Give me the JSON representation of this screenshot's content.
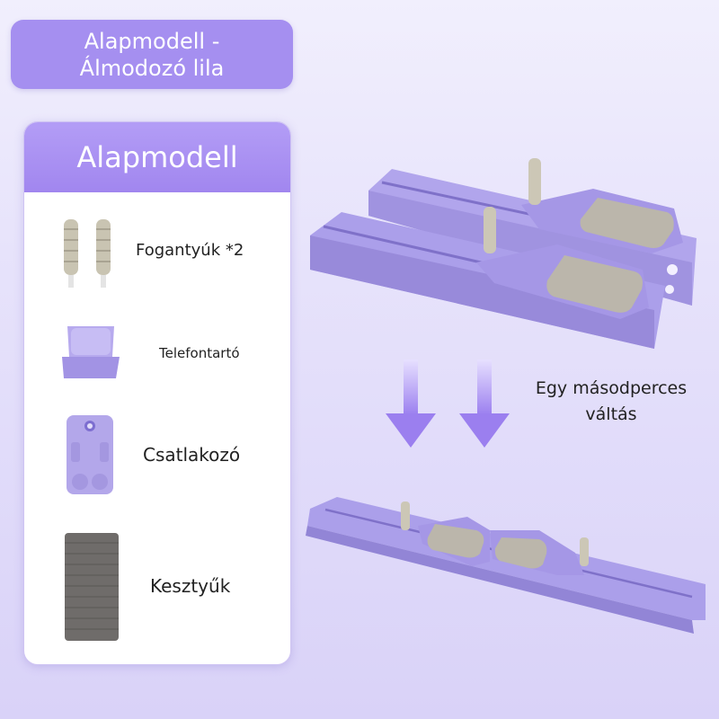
{
  "header": {
    "title_line1": "Alapmodell -",
    "title_line2": "Álmodozó lila"
  },
  "card": {
    "title": "Alapmodell",
    "items": [
      {
        "label": "Fogantyúk *2"
      },
      {
        "label": "Telefontartó"
      },
      {
        "label": "Csatlakozó"
      },
      {
        "label": "Kesztyűk"
      }
    ]
  },
  "transition": {
    "line1": "Egy másodperces",
    "line2": "váltás"
  },
  "colors": {
    "accent": "#a58ff0",
    "product": "#a89ae6",
    "pad": "#b9b6ad",
    "arrow": "#9b7fef"
  }
}
